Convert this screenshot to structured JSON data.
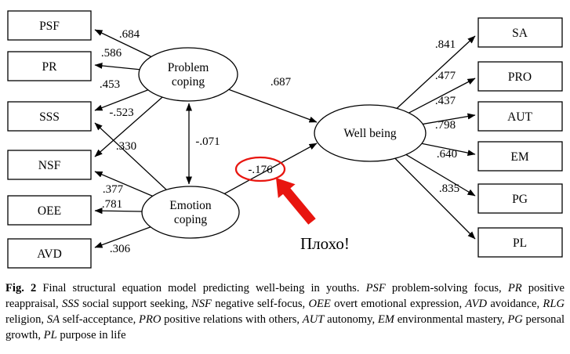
{
  "figure": {
    "latent": {
      "problem": [
        "Problem",
        "coping"
      ],
      "emotion": [
        "Emotion",
        "coping"
      ],
      "wellbeing": "Well being"
    },
    "left_boxes": [
      "PSF",
      "PR",
      "SSS",
      "NSF",
      "OEE",
      "AVD"
    ],
    "right_boxes": [
      "SA",
      "PRO",
      "AUT",
      "EM",
      "PG",
      "PL"
    ],
    "coefficients": {
      "problem_psf": ".684",
      "problem_pr": ".586",
      "problem_sss": ".453",
      "problem_nsf": "-.523",
      "emotion_sss": ".330",
      "emotion_nsf": ".377",
      "emotion_oee": ".781",
      "emotion_avd": ".306",
      "problem_emotion_cov": "-.071",
      "problem_wellbeing": ".687",
      "emotion_wellbeing": "-.176",
      "wellbeing_sa": ".841",
      "wellbeing_pro": ".477",
      "wellbeing_aut": ".437",
      "wellbeing_em": ".798",
      "wellbeing_pg": ".640",
      "wellbeing_pl": ".835"
    },
    "annotation": {
      "text": "Плохо!",
      "color": "#e8150f"
    }
  },
  "caption": {
    "segments": [
      {
        "t": "Fig. 2",
        "s": "bold"
      },
      {
        "t": "  Final structural equation model predicting well-being in youths. ",
        "s": "normal"
      },
      {
        "t": "PSF",
        "s": "italic"
      },
      {
        "t": " problem-solving focus, ",
        "s": "normal"
      },
      {
        "t": "PR",
        "s": "italic"
      },
      {
        "t": " positive reappraisal, ",
        "s": "normal"
      },
      {
        "t": "SSS",
        "s": "italic"
      },
      {
        "t": " social support seeking, ",
        "s": "normal"
      },
      {
        "t": "NSF",
        "s": "italic"
      },
      {
        "t": " negative self-focus, ",
        "s": "normal"
      },
      {
        "t": "OEE",
        "s": "italic"
      },
      {
        "t": " overt emotional expression, ",
        "s": "normal"
      },
      {
        "t": "AVD",
        "s": "italic"
      },
      {
        "t": " avoidance, ",
        "s": "normal"
      },
      {
        "t": "RLG",
        "s": "italic"
      },
      {
        "t": " religion, ",
        "s": "normal"
      },
      {
        "t": "SA",
        "s": "italic"
      },
      {
        "t": " self-acceptance, ",
        "s": "normal"
      },
      {
        "t": "PRO",
        "s": "italic"
      },
      {
        "t": " positive relations with others, ",
        "s": "normal"
      },
      {
        "t": "AUT",
        "s": "italic"
      },
      {
        "t": " autonomy, ",
        "s": "normal"
      },
      {
        "t": "EM",
        "s": "italic"
      },
      {
        "t": " environmental mastery, ",
        "s": "normal"
      },
      {
        "t": "PG",
        "s": "italic"
      },
      {
        "t": " personal growth, ",
        "s": "normal"
      },
      {
        "t": "PL",
        "s": "italic"
      },
      {
        "t": " purpose in life",
        "s": "normal"
      }
    ]
  }
}
